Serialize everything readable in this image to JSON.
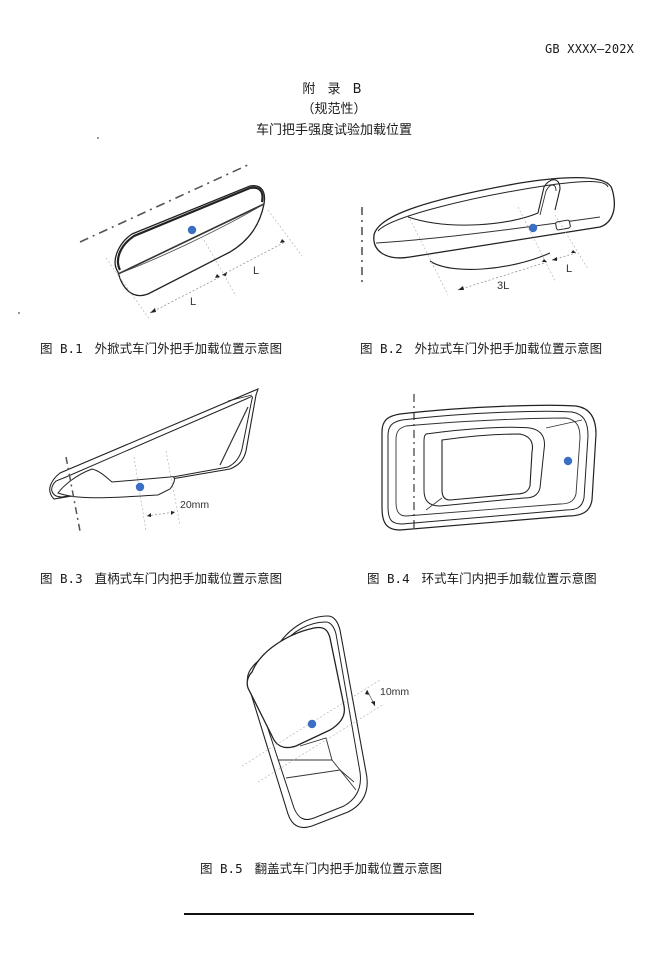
{
  "header": {
    "standard_code": "GB XXXX—202X"
  },
  "appendix": {
    "label": "附 录 B",
    "nature": "（规范性）",
    "title": "车门把手强度试验加载位置"
  },
  "figures": [
    {
      "id": "B.1",
      "number": "图 B.1",
      "caption": "外掀式车门外把手加载位置示意图",
      "dimension_labels": [
        "L",
        "L"
      ]
    },
    {
      "id": "B.2",
      "number": "图 B.2",
      "caption": "外拉式车门外把手加载位置示意图",
      "dimension_labels": [
        "3L",
        "L"
      ]
    },
    {
      "id": "B.3",
      "number": "图 B.3",
      "caption": "直柄式车门内把手加载位置示意图",
      "dimension_labels": [
        "20mm"
      ]
    },
    {
      "id": "B.4",
      "number": "图 B.4",
      "caption": "环式车门内把手加载位置示意图",
      "dimension_labels": []
    },
    {
      "id": "B.5",
      "number": "图 B.5",
      "caption": "翻盖式车门内把手加载位置示意图",
      "dimension_labels": [
        "10mm"
      ]
    }
  ],
  "colors": {
    "load_point": "#3a6fc4",
    "line": "#222222",
    "dim_line": "#9a9a9a"
  }
}
